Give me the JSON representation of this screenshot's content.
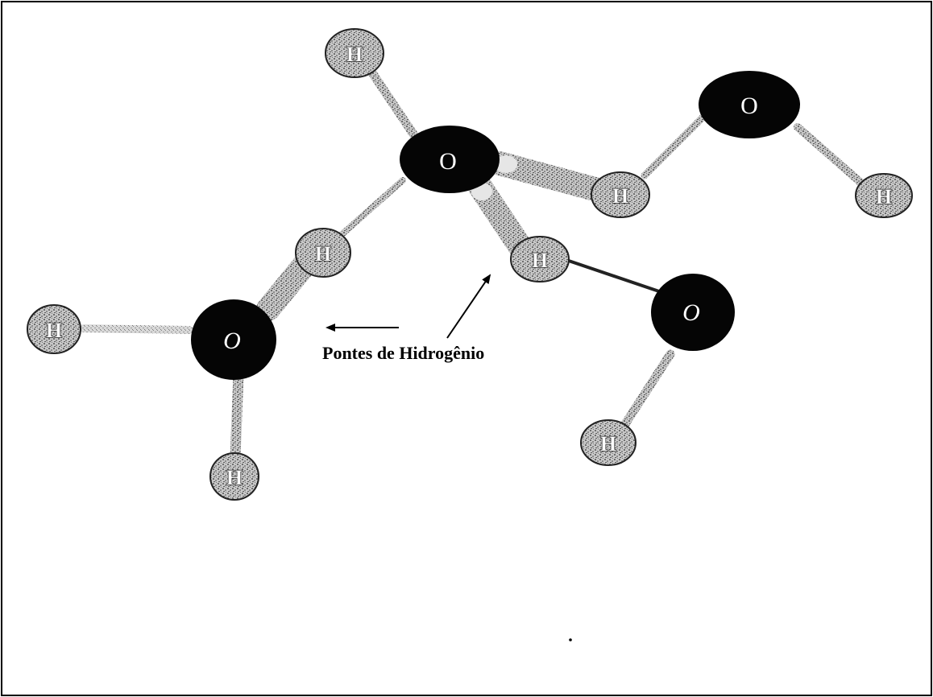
{
  "diagram": {
    "caption": "Pontes de Hidrogênio",
    "atoms": {
      "oxygen": "O",
      "hydrogen": "H"
    }
  }
}
